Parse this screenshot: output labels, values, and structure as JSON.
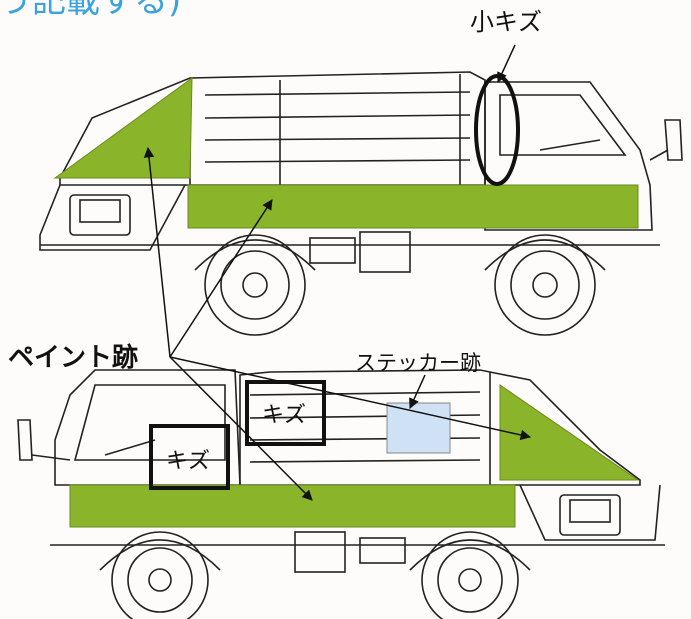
{
  "header": {
    "partial_text": "う記載する)"
  },
  "labels": {
    "small_scratch": "小キズ",
    "paint_mark": "ペイント跡",
    "sticker_mark": "ステッカー跡",
    "scratch_cab": "キズ",
    "scratch_body": "キズ"
  },
  "colors": {
    "paint_green": "#8ab52a",
    "sticker_blue": "#cfe2f5",
    "header_blue": "#3aa3dc",
    "line": "#222222"
  },
  "icons": {
    "arrow": "arrow-icon",
    "scratch_ring": "ellipse-marker",
    "scratch_box": "square-marker"
  }
}
